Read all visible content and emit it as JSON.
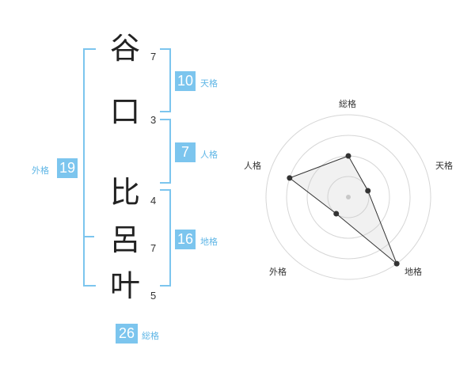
{
  "name": {
    "chars": [
      {
        "char": "谷",
        "strokes": "7"
      },
      {
        "char": "口",
        "strokes": "3"
      },
      {
        "char": "比",
        "strokes": "4"
      },
      {
        "char": "呂",
        "strokes": "7"
      },
      {
        "char": "叶",
        "strokes": "5"
      }
    ]
  },
  "fortunes": {
    "tenkaku": {
      "label": "天格",
      "value": "10"
    },
    "jinkaku": {
      "label": "人格",
      "value": "7"
    },
    "chikaku": {
      "label": "地格",
      "value": "16"
    },
    "gaikaku": {
      "label": "外格",
      "value": "19"
    },
    "soukaku": {
      "label": "総格",
      "value": "26"
    }
  },
  "colors": {
    "accent": "#7cc5ee",
    "accent_text": "#5fb6e6"
  },
  "chart_data": {
    "type": "radar",
    "axes": [
      "総格",
      "天格",
      "地格",
      "外格",
      "人格"
    ],
    "values": [
      2,
      1,
      4,
      1,
      3
    ],
    "rmax": 4,
    "rings": 4
  }
}
